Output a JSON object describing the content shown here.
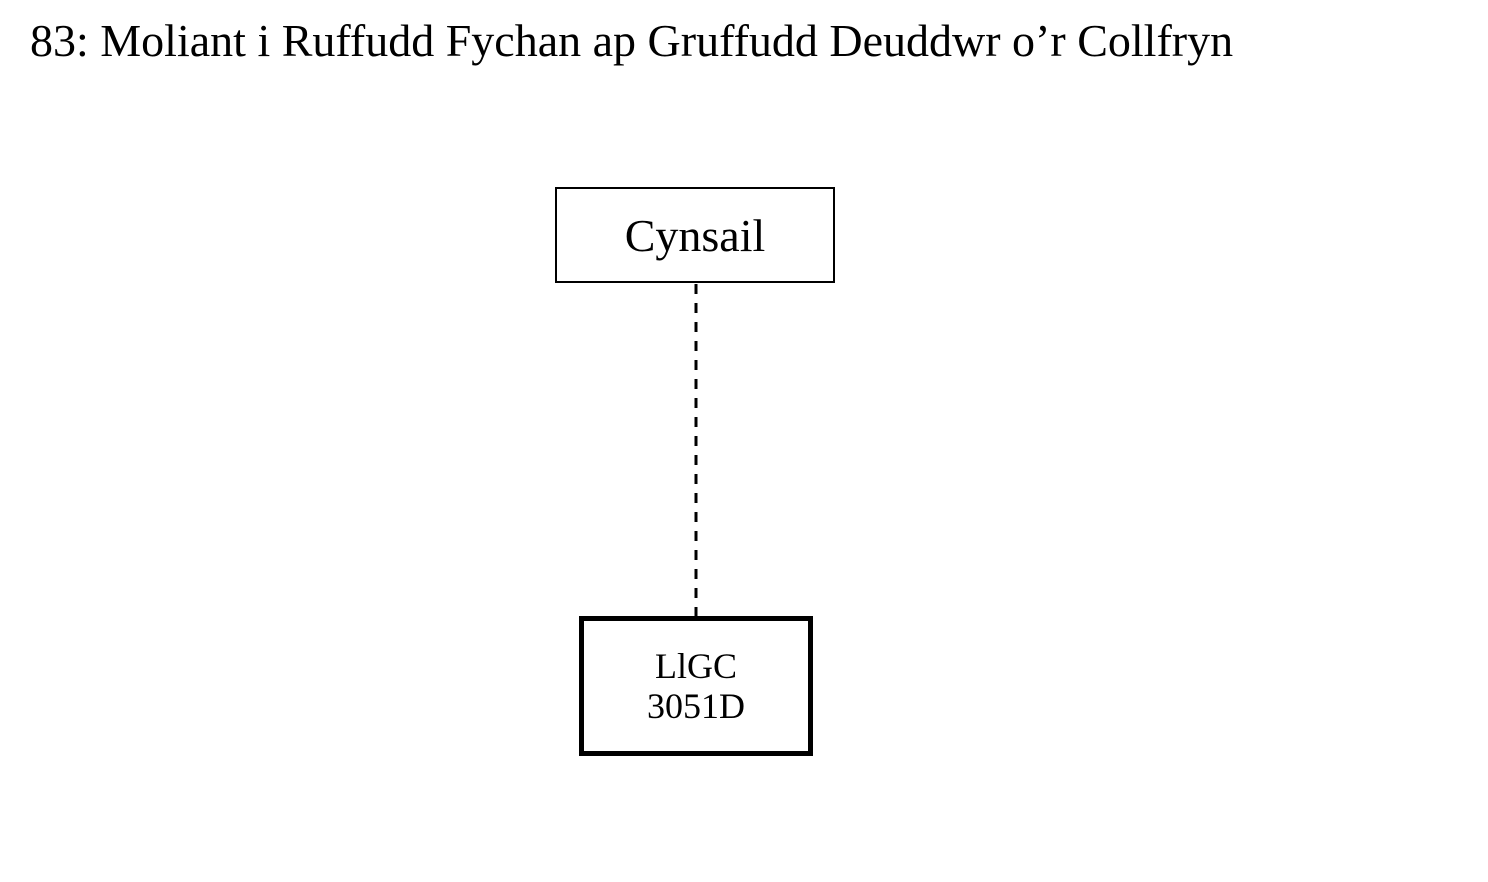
{
  "title": "83: Moliant i Ruffudd Fychan ap Gruffudd Deuddwr o’r Collfryn",
  "nodes": [
    {
      "label": "Cynsail"
    },
    {
      "lines": [
        "LlGC",
        "3051D"
      ]
    }
  ],
  "edges": [
    {
      "from": "Cynsail",
      "to": "LlGC 3051D",
      "style": "dashed"
    }
  ]
}
